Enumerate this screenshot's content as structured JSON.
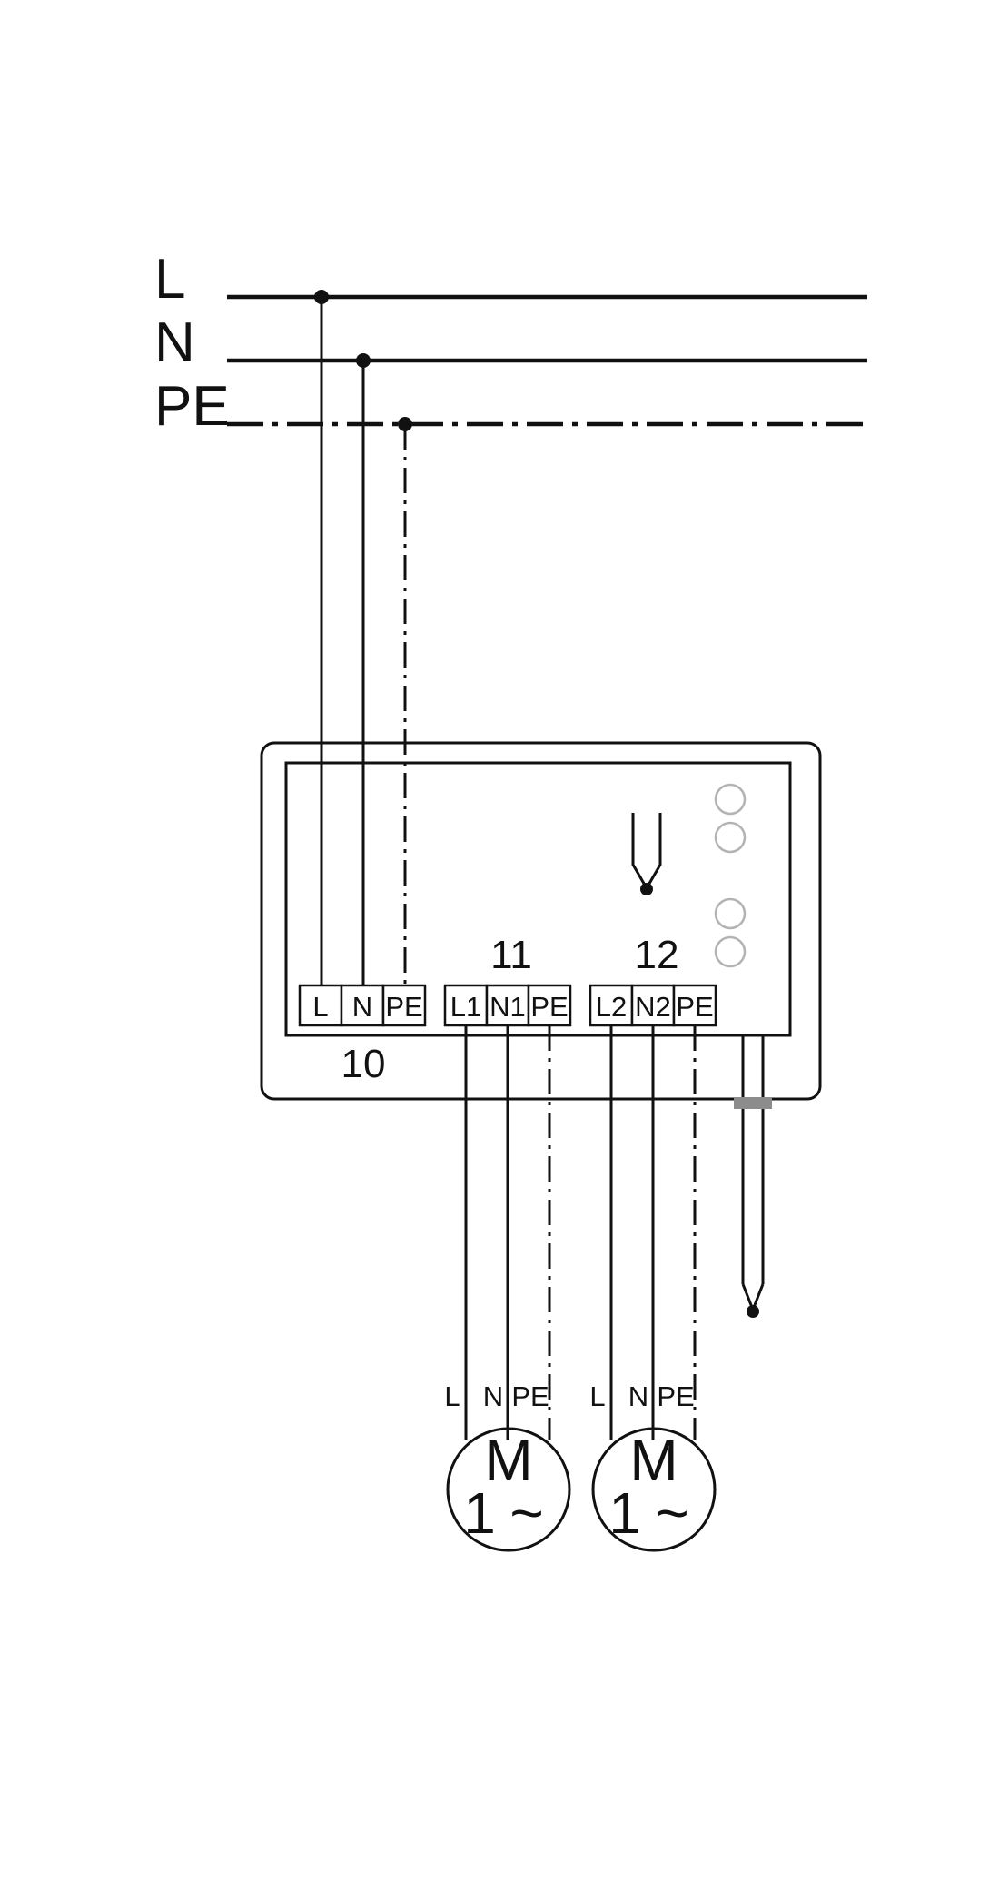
{
  "supply": {
    "l_label": "L",
    "n_label": "N",
    "pe_label": "PE"
  },
  "device": {
    "block10": {
      "number": "10",
      "terminals": [
        "L",
        "N",
        "PE"
      ]
    },
    "block11": {
      "number": "11",
      "terminals": [
        "L1",
        "N1",
        "PE"
      ]
    },
    "block12": {
      "number": "12",
      "terminals": [
        "L2",
        "N2",
        "PE"
      ]
    }
  },
  "motors": [
    {
      "wires": [
        "L",
        "N",
        "PE"
      ],
      "symbol": "M",
      "phase": "1",
      "ac": "~"
    },
    {
      "wires": [
        "L",
        "N",
        "PE"
      ],
      "symbol": "M",
      "phase": "1",
      "ac": "~"
    }
  ],
  "colors": {
    "line": "#111111",
    "led": "#b3b3b3",
    "sensor_band": "#8c8c8c"
  }
}
